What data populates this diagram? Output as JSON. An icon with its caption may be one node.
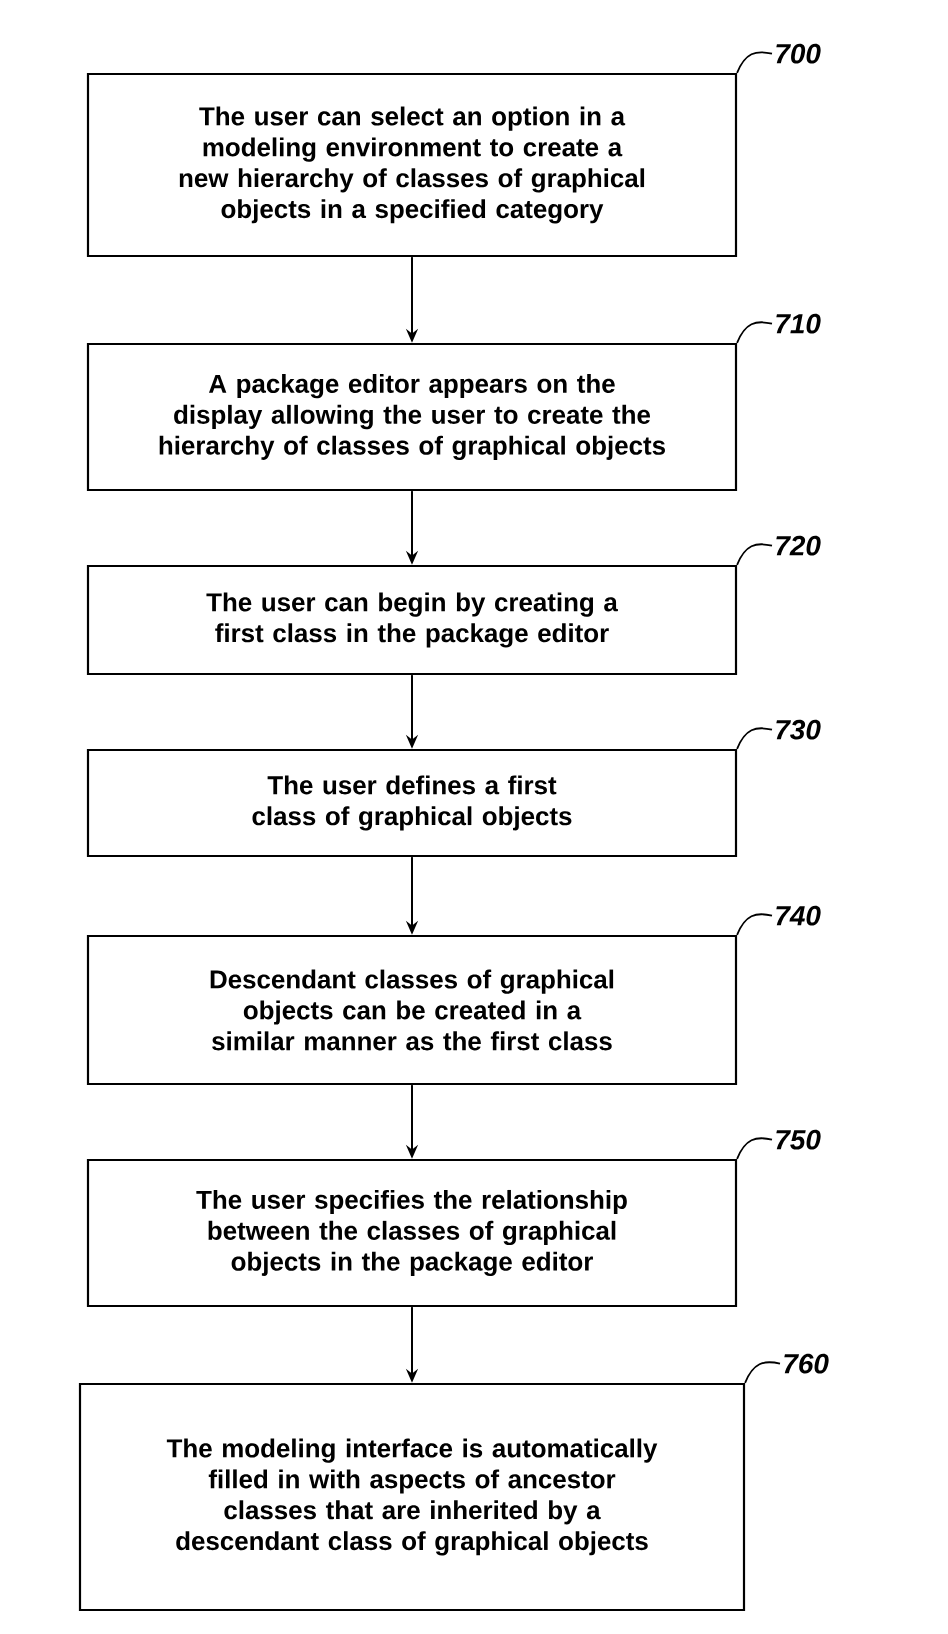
{
  "diagram": {
    "nodes": [
      {
        "text": [
          "The user can select an option in a modeling environment to create a new hierarchy of classes of graphical objects in a specified category"
        ]
      },
      {
        "text": [
          "A package editor appears on the display allowing the user to create the hierarchy of classes of graphical objects"
        ]
      },
      {
        "text": [
          "The user can begin by creating a first class in the package editor"
        ]
      },
      {
        "text": [
          "The user defines a first class of graphical objects"
        ]
      },
      {
        "text": [
          "Descendant classes of graphical objects can be created in a similar manner as the first class"
        ]
      },
      {
        "text": [
          "The user specifies the relationship between the classes of graphical objects in the package editor"
        ]
      },
      {
        "text": [
          "The modeling interface is automatically filled in with aspects of ancestor classes that are inherited by a descendant class of graphical objects"
        ]
      },
      {
        "text": [
          "700"
        ]
      },
      {
        "text": [
          "710"
        ]
      },
      {
        "text": [
          "720"
        ]
      },
      {
        "text": [
          "730"
        ]
      },
      {
        "text": [
          "740"
        ]
      },
      {
        "text": [
          "750"
        ]
      },
      {
        "text": [
          "760"
        ]
      }
    ],
    "edges": [
      {
        "from": 0,
        "to": 1,
        "arrow": "to"
      },
      {
        "from": 1,
        "to": 2,
        "arrow": "to"
      },
      {
        "from": 2,
        "to": 3,
        "arrow": "to"
      },
      {
        "from": 3,
        "to": 4,
        "arrow": "to"
      },
      {
        "from": 4,
        "to": 5,
        "arrow": "to"
      },
      {
        "from": 5,
        "to": 6,
        "arrow": "to"
      },
      {
        "from": 7,
        "to": 0,
        "arrow": "none"
      },
      {
        "from": 8,
        "to": 1,
        "arrow": "none"
      },
      {
        "from": 9,
        "to": 2,
        "arrow": "none"
      },
      {
        "from": 10,
        "to": 3,
        "arrow": "none"
      },
      {
        "from": 11,
        "to": 4,
        "arrow": "none"
      },
      {
        "from": 12,
        "to": 5,
        "arrow": "none"
      },
      {
        "from": 13,
        "to": 6,
        "arrow": "none"
      }
    ]
  }
}
